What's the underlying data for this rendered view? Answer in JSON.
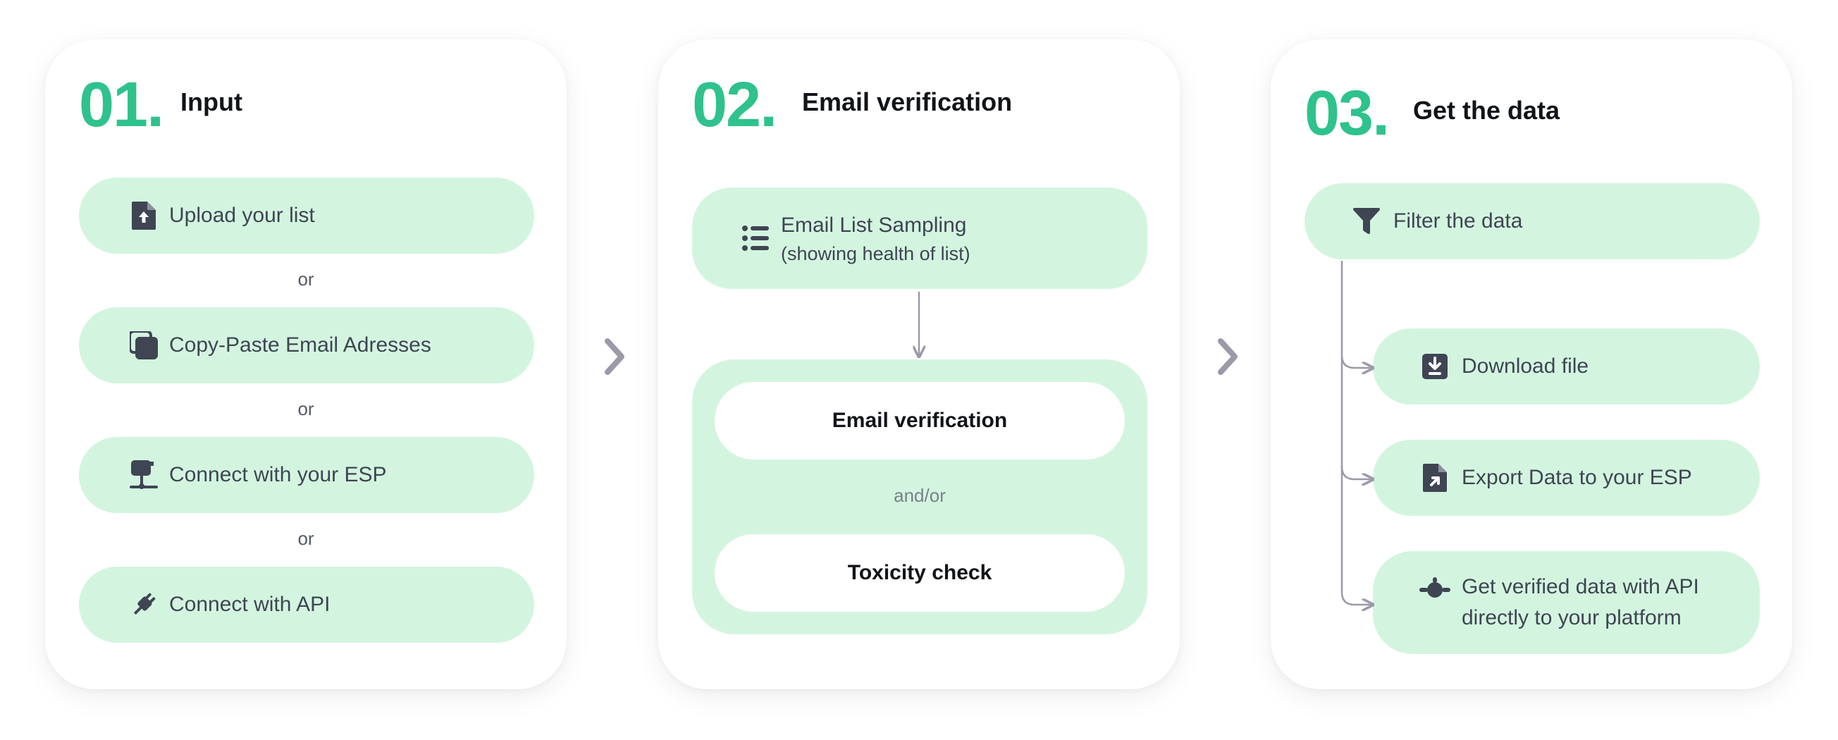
{
  "steps": [
    {
      "number": "01.",
      "title": "Input",
      "options": [
        {
          "label": "Upload your list",
          "icon": "file-upload-icon"
        },
        {
          "label": "Copy-Paste Email Adresses",
          "icon": "copy-icon"
        },
        {
          "label": "Connect with your ESP",
          "icon": "mailbox-icon"
        },
        {
          "label": "Connect with API",
          "icon": "plug-icon"
        }
      ],
      "separator": "or"
    },
    {
      "number": "02.",
      "title": "Email verification",
      "sampling": {
        "label": "Email List Sampling",
        "sublabel": "(showing health of list)",
        "icon": "list-icon"
      },
      "checks": [
        "Email verification",
        "Toxicity check"
      ],
      "separator": "and/or"
    },
    {
      "number": "03.",
      "title": "Get the data",
      "filter": {
        "label": "Filter the data",
        "icon": "filter-icon"
      },
      "outputs": [
        {
          "label": "Download file",
          "icon": "download-icon"
        },
        {
          "label": "Export Data to your ESP",
          "icon": "export-file-icon"
        },
        {
          "label_line1": "Get verified data with API",
          "label_line2": "directly to your platform",
          "icon": "api-icon"
        }
      ]
    }
  ],
  "colors": {
    "accent": "#2fc28c",
    "pill_bg": "#d3f5e0",
    "chevron": "#9a9aa8",
    "connector": "#9a9aa8"
  }
}
